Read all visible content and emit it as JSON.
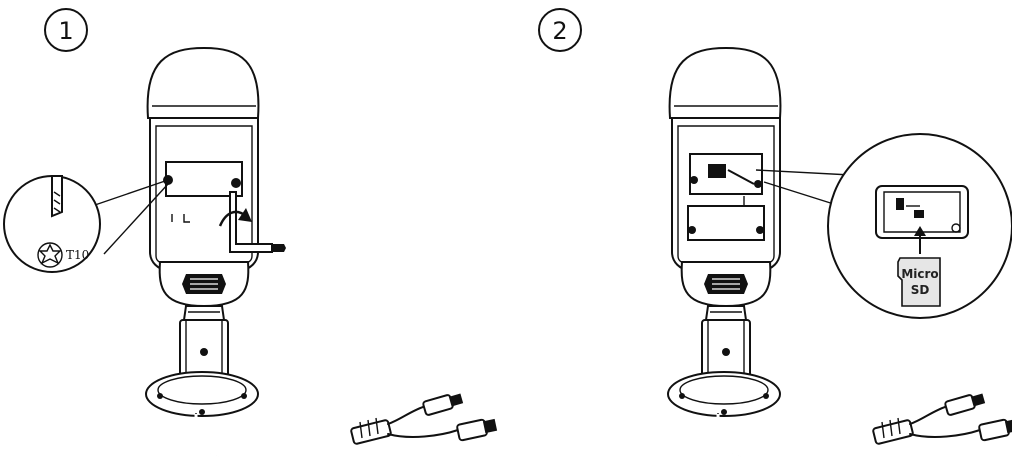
{
  "steps": [
    {
      "number": "1",
      "tool_label": "T10"
    },
    {
      "number": "2",
      "card_label_line1": "Micro",
      "card_label_line2": "SD"
    }
  ]
}
